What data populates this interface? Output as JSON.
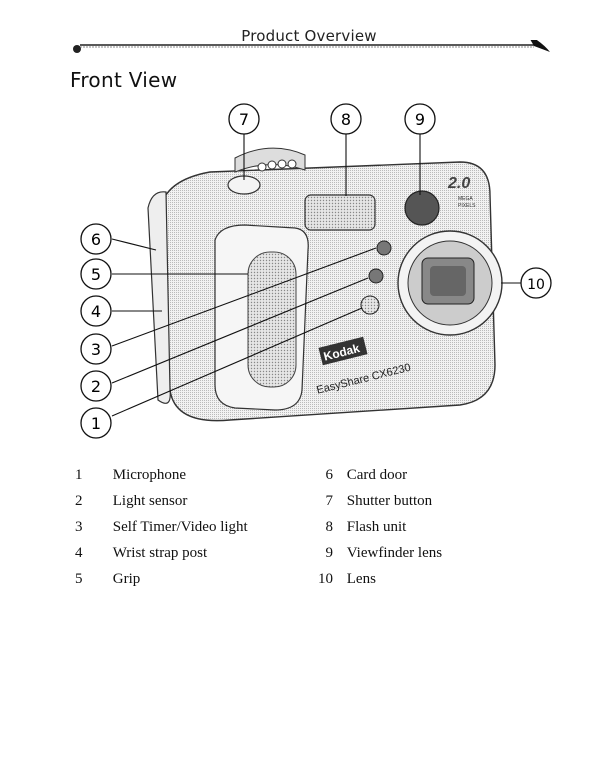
{
  "header": {
    "title": "Product Overview"
  },
  "section": {
    "title": "Front View"
  },
  "callouts": [
    "1",
    "2",
    "3",
    "4",
    "5",
    "6",
    "7",
    "8",
    "9",
    "10"
  ],
  "camera": {
    "brand": "Kodak",
    "model": "EasyShare CX6230",
    "megapixels": "2.0",
    "mega_text": "MEGA",
    "pixels_text": "PIXELS"
  },
  "parts": [
    {
      "num": "1",
      "label": "Microphone"
    },
    {
      "num": "2",
      "label": "Light sensor"
    },
    {
      "num": "3",
      "label": "Self Timer/Video light"
    },
    {
      "num": "4",
      "label": "Wrist strap post"
    },
    {
      "num": "5",
      "label": "Grip"
    },
    {
      "num": "6",
      "label": "Card door"
    },
    {
      "num": "7",
      "label": "Shutter button"
    },
    {
      "num": "8",
      "label": "Flash unit"
    },
    {
      "num": "9",
      "label": "Viewfinder lens"
    },
    {
      "num": "10",
      "label": "Lens"
    }
  ]
}
